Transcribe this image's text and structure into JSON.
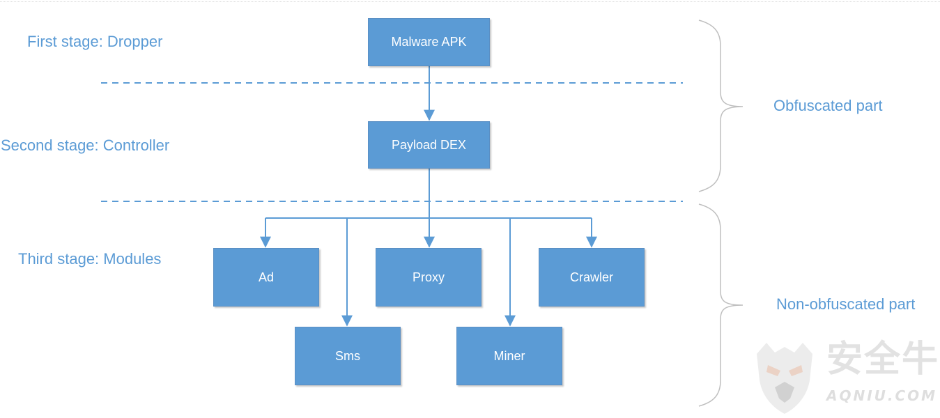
{
  "colors": {
    "box_fill": "#5b9bd5",
    "connector": "#5b9bd5",
    "label_text": "#5b9bd5",
    "bracket": "#bfbfbf",
    "watermark": "#c0c0c0"
  },
  "stages": {
    "first": "First stage: Dropper",
    "second": "Second stage: Controller",
    "third": "Third stage: Modules"
  },
  "nodes": {
    "malware_apk": "Malware APK",
    "payload_dex": "Payload DEX",
    "ad": "Ad",
    "proxy": "Proxy",
    "crawler": "Crawler",
    "sms": "Sms",
    "miner": "Miner"
  },
  "parts": {
    "obfuscated": "Obfuscated part",
    "non_obfuscated": "Non-obfuscated part"
  },
  "watermark": {
    "chinese": "安全牛",
    "english": "AQNIU.COM",
    "icon": "shield-mask-icon"
  }
}
